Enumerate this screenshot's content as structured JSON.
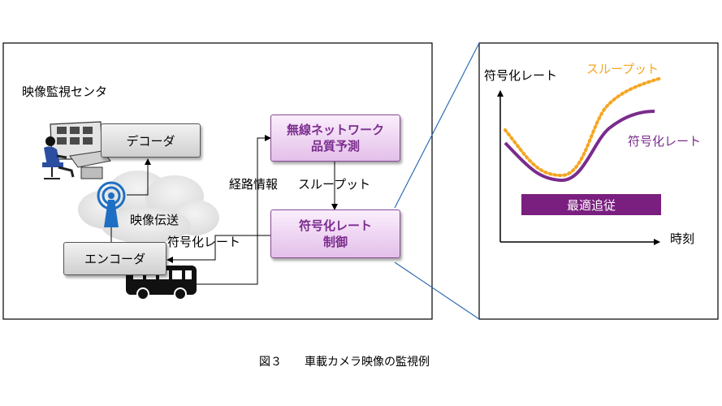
{
  "center_label": "映像監視センタ",
  "decoder_label": "デコーダ",
  "encoder_label": "エンコーダ",
  "wireless_box": {
    "line1": "無線ネットワーク",
    "line2": "品質予測"
  },
  "rate_box": {
    "line1": "符号化レート",
    "line2": "制御"
  },
  "route_info": "経路情報",
  "throughput_label": "スループット",
  "video_transmission": "映像伝送",
  "encoding_rate_label": "符号化レート",
  "graph": {
    "y_axis_label": "符号化レート",
    "x_axis_label": "時刻",
    "throughput_series": "スループット",
    "rate_series": "符号化レート",
    "optimal_tracking": "最適追従",
    "throughput_color": "#f5a623",
    "rate_color": "#7a2c8c"
  },
  "caption": "図３　　車載カメラ映像の監視例"
}
